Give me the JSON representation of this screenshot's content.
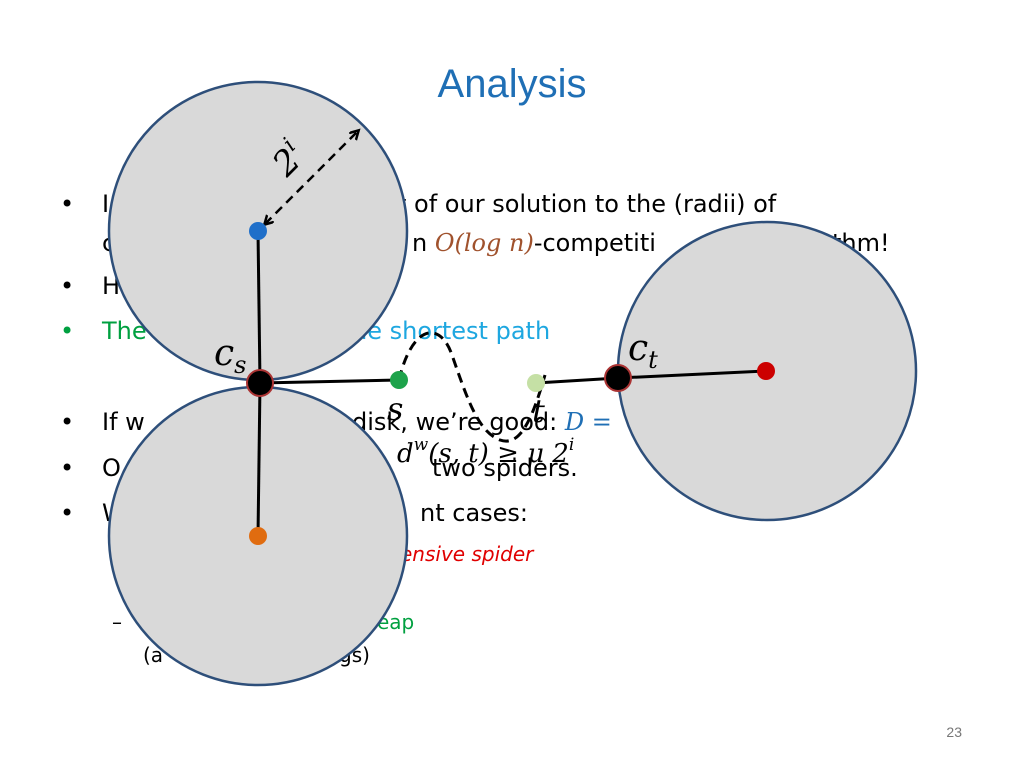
{
  "slide": {
    "title": "Analysis",
    "page_number": "23"
  },
  "bullets": {
    "b1_line1_pre": "I",
    "b1_line1_post": "t of our solution to the (radii) of",
    "b1_line2_pre": "c",
    "b1_line2_mid": "n ",
    "b1_line2_math": "O(log n)",
    "b1_line2_post": "-competiti",
    "b1_line2_end": "thm!",
    "b2": "H",
    "b3_pre": "The",
    "b3_post": "he shortest path",
    "b4_pre": "If w",
    "b4_post": "disk, we’re good: ",
    "b4_math": "D =",
    "b5_pre": "O",
    "b5_post": "two spiders.",
    "b6_pre": "W",
    "b6_post": "nt cases:",
    "sub1": "ensive spider",
    "sub2_dash": "–",
    "sub2": "eap",
    "sub3_pre": "(a",
    "sub3_post": "gs)"
  },
  "diagram": {
    "radius_label": "2",
    "radius_sup": "i",
    "cs_label": "c",
    "cs_sub": "s",
    "ct_label": "c",
    "ct_sub": "t",
    "s_label": "s",
    "t_label": "t",
    "dw_expr": "d",
    "dw_sup": "w",
    "dw_args": "(s, t) ≥ μ 2",
    "dw_exp": "i",
    "colors": {
      "disk_fill": "#d9d9d9",
      "disk_stroke": "#2e4f7a",
      "blue_point": "#1f6fc9",
      "orange_point": "#e06c10",
      "red_point": "#cc0000",
      "green_point": "#1ea34b",
      "light_green_point": "#c5e0a5",
      "hub": "#000000"
    }
  }
}
